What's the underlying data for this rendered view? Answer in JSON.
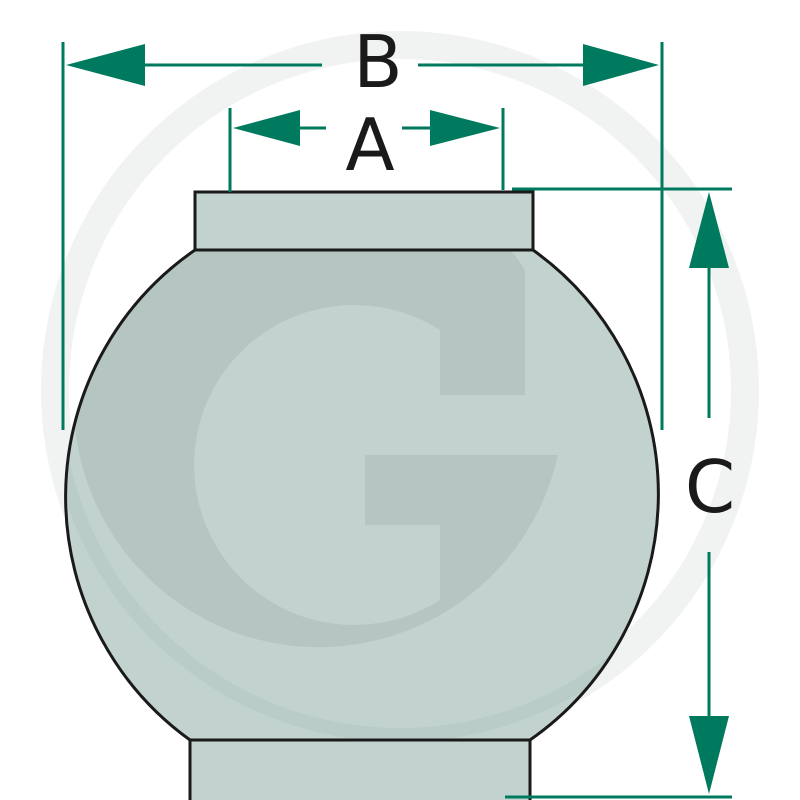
{
  "diagram": {
    "labels": {
      "a": "A",
      "b": "B",
      "c": "C"
    },
    "colors": {
      "arrow": "#007a5e",
      "body_fill": "#c2d3cf",
      "outline": "#1a1a1a",
      "watermark": "#b5c6c2"
    },
    "watermark_letter": "G"
  }
}
